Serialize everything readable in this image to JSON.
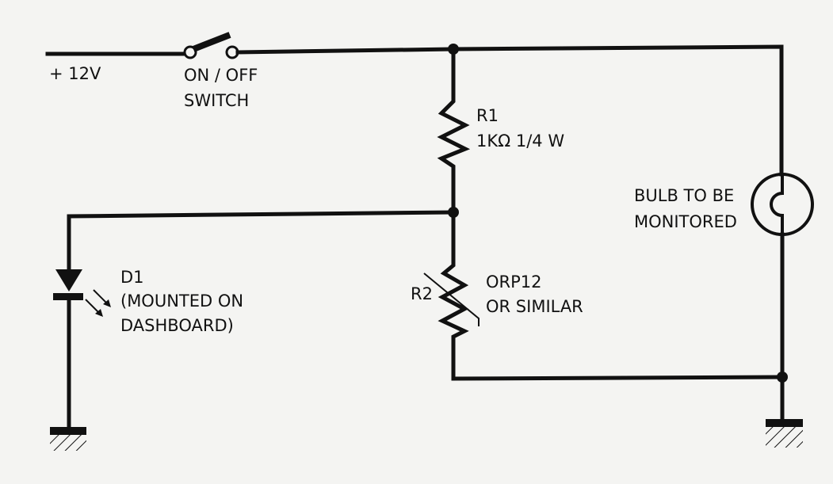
{
  "diagram": {
    "type": "circuit-schematic",
    "supply": {
      "label": "+ 12V"
    },
    "switch": {
      "line1": "ON / OFF",
      "line2": "SWITCH"
    },
    "r1": {
      "ref": "R1",
      "value": "1KΩ  1/4 W"
    },
    "r2": {
      "ref": "R2",
      "line1": "ORP12",
      "line2": "OR SIMILAR"
    },
    "d1": {
      "ref": "D1",
      "line1": "(MOUNTED ON",
      "line2": "DASHBOARD)"
    },
    "bulb": {
      "line1": "BULB TO BE",
      "line2": "MONITORED"
    },
    "colors": {
      "ink": "#111111",
      "paper": "#f4f4f2"
    }
  }
}
